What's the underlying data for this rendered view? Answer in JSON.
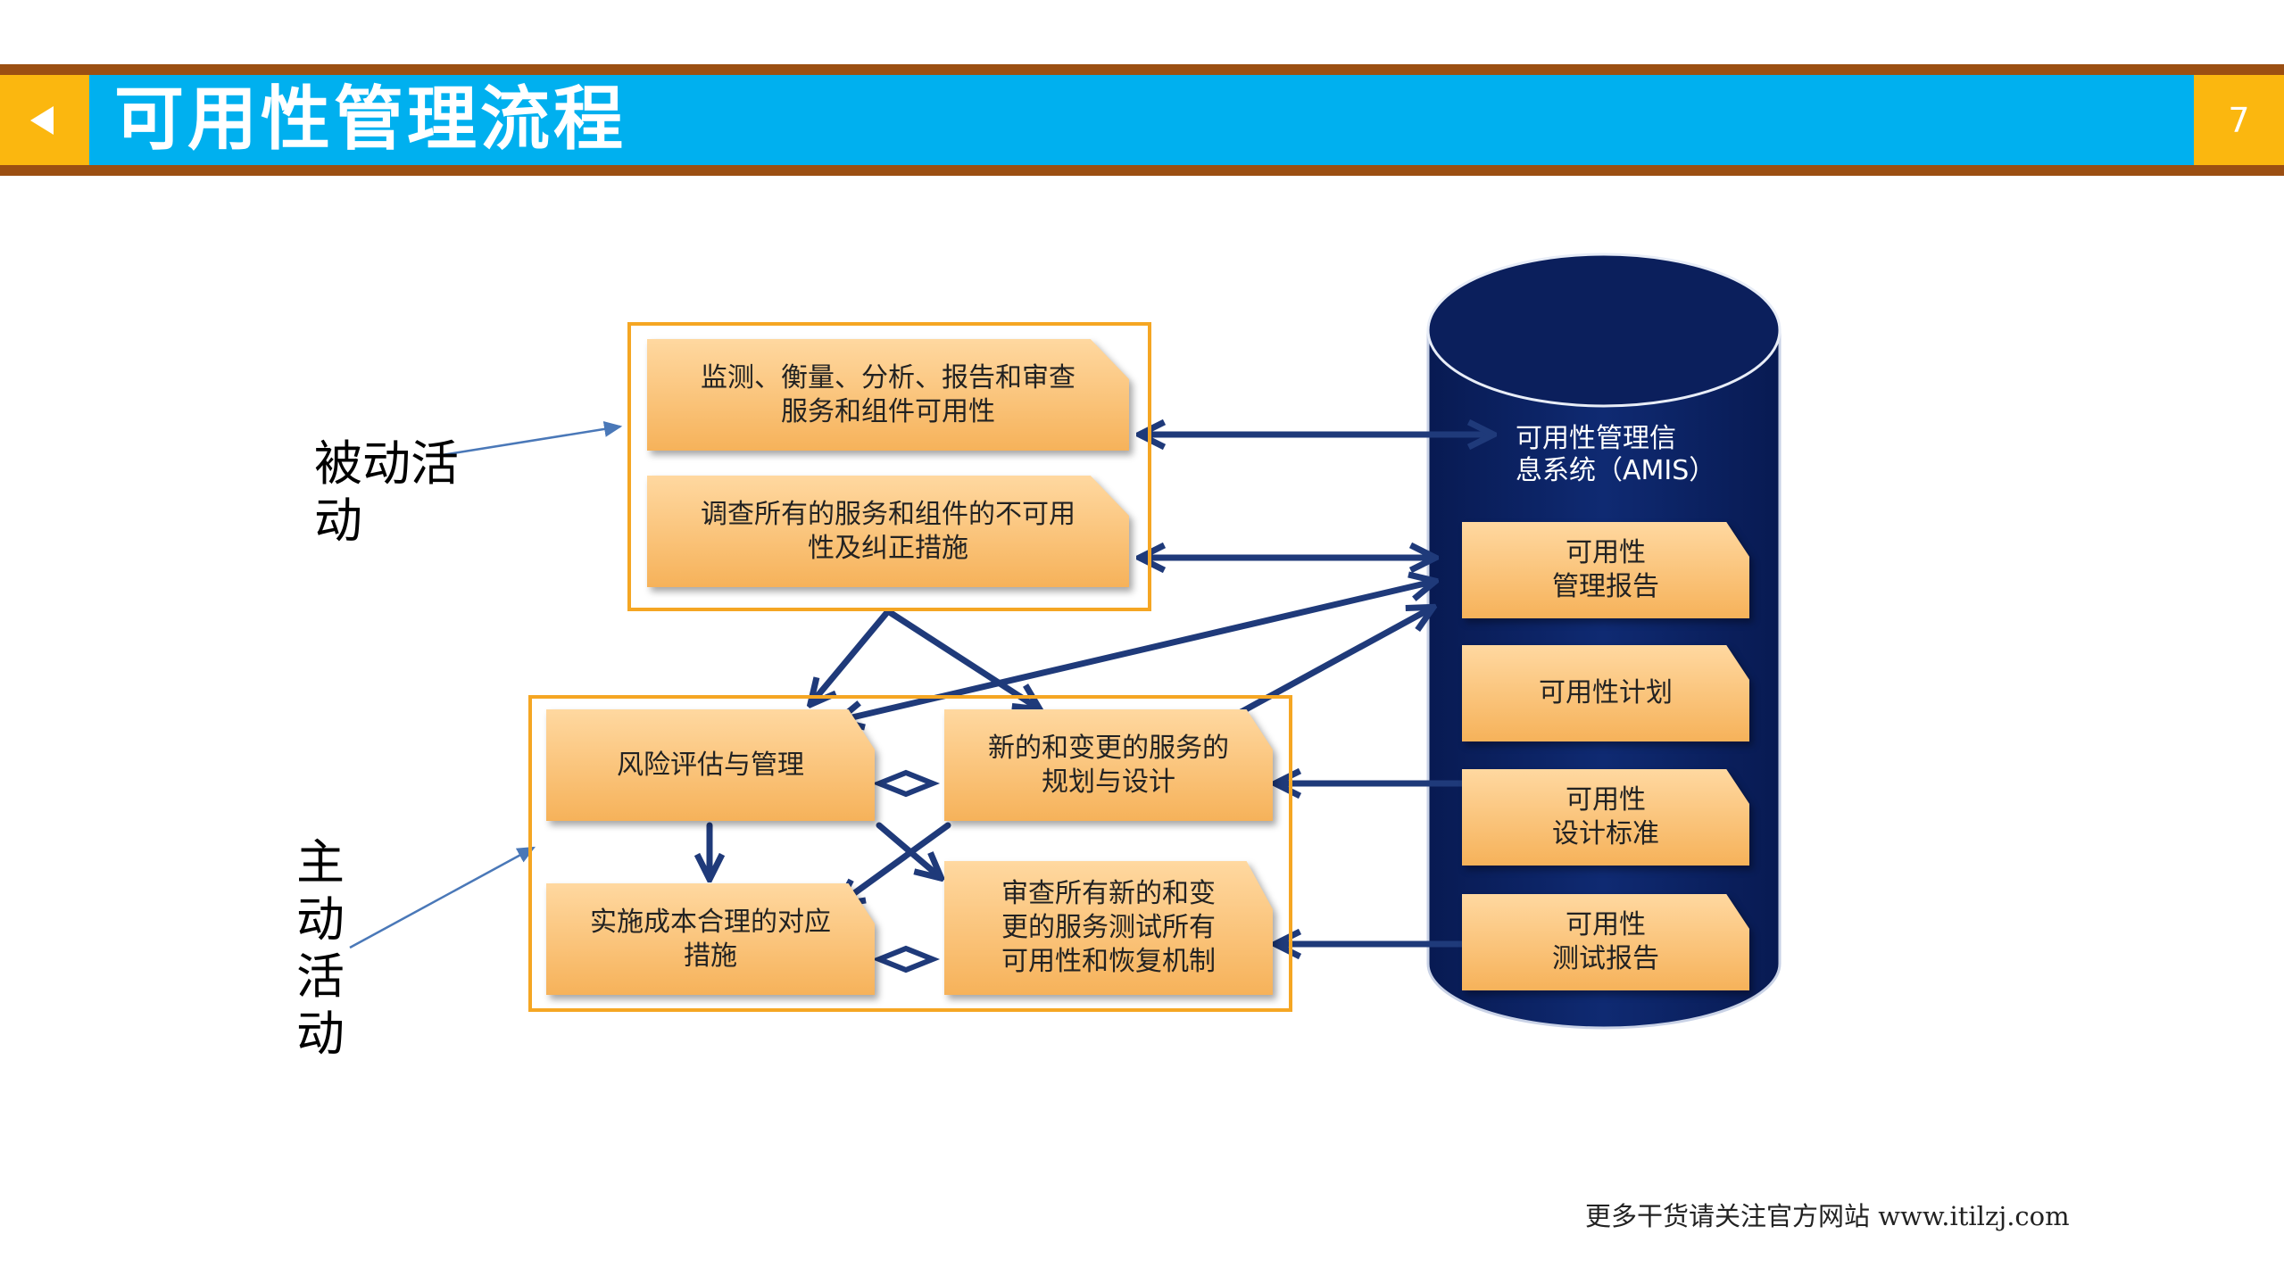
{
  "header": {
    "title": "可用性管理流程",
    "page_number": "7",
    "back_icon": "left-triangle-icon"
  },
  "labels": {
    "passive": [
      "被动活",
      "动"
    ],
    "proactive": [
      "主",
      "动",
      "活",
      "动"
    ]
  },
  "reactive_box": {
    "monitor": [
      "监测、衡量、分析、报告和审查",
      "服务和组件可用性"
    ],
    "investigate": [
      "调查所有的服务和组件的不可用",
      "性及纠正措施"
    ]
  },
  "proactive_box": {
    "risk": [
      "风险评估与管理"
    ],
    "planning": [
      "新的和变更的服务的",
      "规划与设计"
    ],
    "countermeasures": [
      "实施成本合理的对应",
      "措施"
    ],
    "review": [
      "审查所有新的和变",
      "更的服务测试所有",
      "可用性和恢复机制"
    ]
  },
  "amis": {
    "title": [
      "可用性管理信",
      "息系统（AMIS）"
    ],
    "docs": [
      [
        "可用性",
        "管理报告"
      ],
      [
        "可用性计划"
      ],
      [
        "可用性",
        "设计标准"
      ],
      [
        "可用性",
        "测试报告"
      ]
    ]
  },
  "colors": {
    "header_blue": "#00b0ef",
    "header_orange": "#fbb70f",
    "band_brown": "#9b4f12",
    "frame_orange": "#f5a623",
    "arrow_navy": "#1f3a7a",
    "cylinder_navy": "#0b1f5c"
  },
  "footer": "更多干货请关注官方网站 www.itilzj.com"
}
